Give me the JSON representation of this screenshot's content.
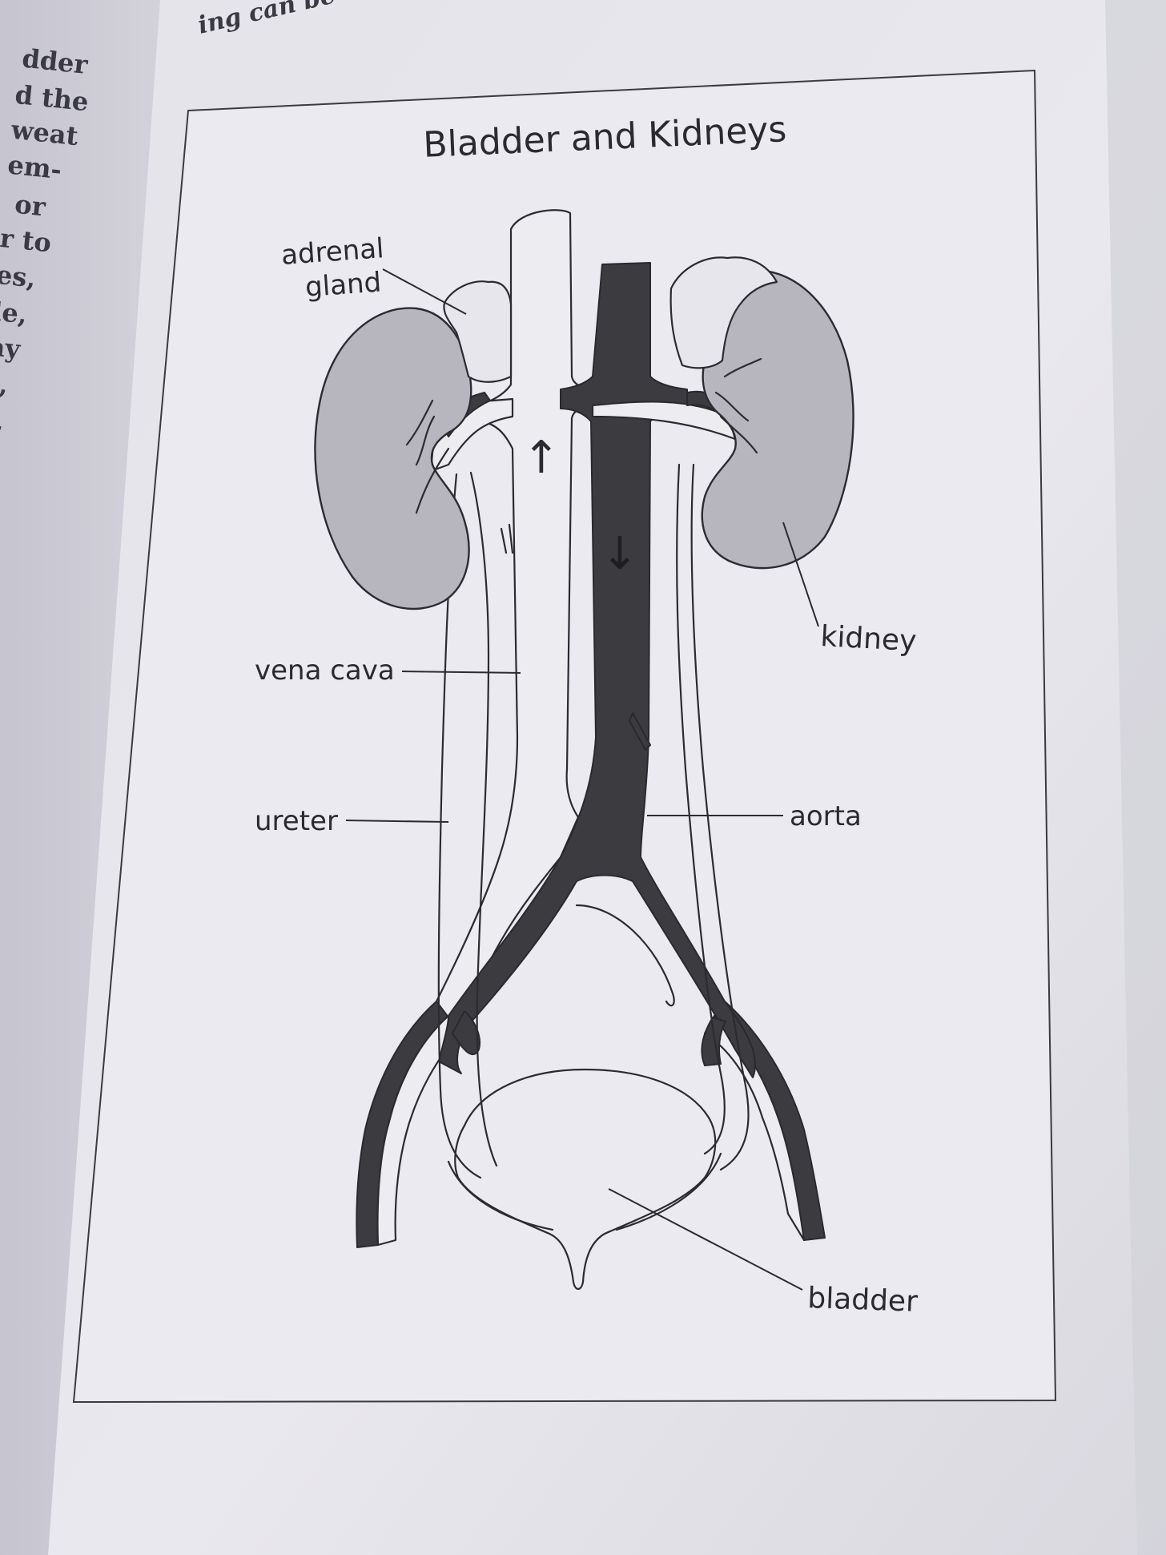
{
  "page": {
    "top_fragment": "ing can be hel",
    "left_margin_fragments": [
      "dder",
      "d the",
      "weat",
      "em-",
      "or",
      "r to",
      "es,",
      "le,",
      "ay",
      "s,",
      "s,"
    ]
  },
  "figure": {
    "title": "Bladder and Kidneys",
    "labels": {
      "adrenal_gland_line1": "adrenal",
      "adrenal_gland_line2": "gland",
      "kidney": "kidney",
      "vena_cava": "vena cava",
      "ureter": "ureter",
      "aorta": "aorta",
      "bladder": "bladder"
    },
    "arrows": {
      "vena_cava_flow": "↑",
      "aorta_flow": "↓"
    }
  },
  "colors": {
    "page_background": "#e9e8ee",
    "vessel_dark": "#3b3b40",
    "kidney_fill": "#b7b5bd",
    "ink": "#2b2b31"
  }
}
